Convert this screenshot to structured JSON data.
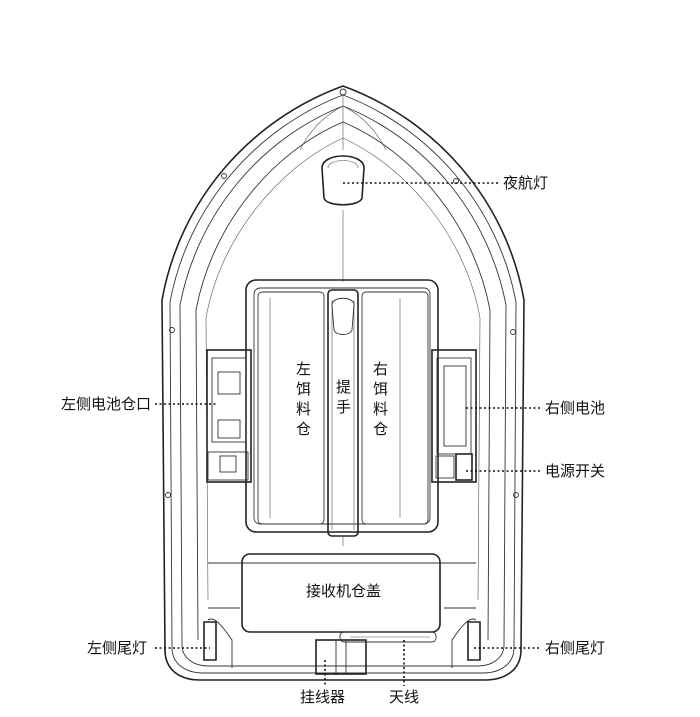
{
  "labels": {
    "night_light": "夜航灯",
    "left_battery_hatch": "左侧电池仓口",
    "right_battery": "右侧电池",
    "power_switch": "电源开关",
    "left_tail_light": "左侧尾灯",
    "right_tail_light": "右侧尾灯",
    "line_hanger": "挂线器",
    "antenna": "天线",
    "receiver_cover": "接收机仓盖",
    "left_bait_bin": [
      "左",
      "饵",
      "料",
      "仓"
    ],
    "right_bait_bin": [
      "右",
      "饵",
      "料",
      "仓"
    ],
    "handle": [
      "提",
      "手"
    ]
  }
}
